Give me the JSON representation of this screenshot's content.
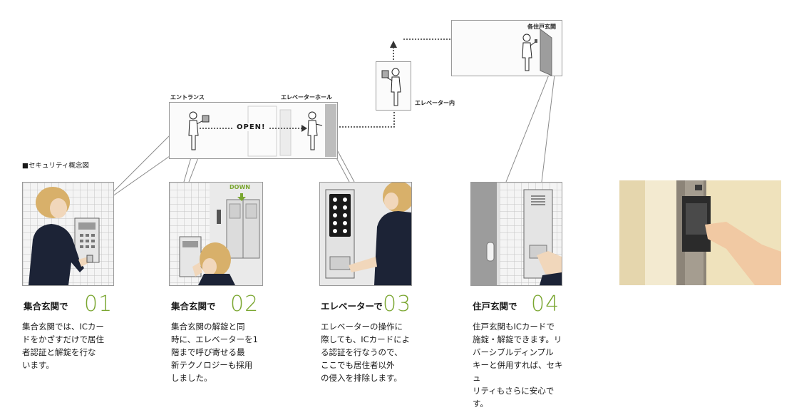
{
  "diagram": {
    "legend_label": "■セキュリティ概念図",
    "labels": {
      "entrance": "エントランス",
      "elevator_hall": "エレベーターホール",
      "elevator_inside": "エレベーター内",
      "unit_entrance": "各住戸玄関",
      "open": "OPEN!",
      "down": "DOWN"
    }
  },
  "steps": [
    {
      "title": "集合玄関で",
      "number": "01",
      "description": "集合玄関では、ICカー\nドをかざすだけで居住\n者認証と解錠を行な\nいます。"
    },
    {
      "title": "集合玄関で",
      "number": "02",
      "description": "集合玄関の解錠と同\n時に、エレベーターを1\n階まで呼び寄せる最\n新テクノロジーも採用\nしました。"
    },
    {
      "title": "エレベーターで",
      "number": "03",
      "description": "エレベーターの操作に\n際しても、ICカードによ\nる認証を行なうので、\nここでも居住者以外\nの侵入を排除します。"
    },
    {
      "title": "住戸玄関で",
      "number": "04",
      "description": "住戸玄関もICカードで\n施錠・解錠できます。リ\nバーシブルディンプル\nキーと併用すれば、セキュ\nリティもさらに安心です。"
    }
  ],
  "colors": {
    "accent_green": "#7aa630",
    "hair_color": "#d8b06a",
    "coat_color": "#1c2336",
    "photo_wall": "#efe2bc"
  }
}
